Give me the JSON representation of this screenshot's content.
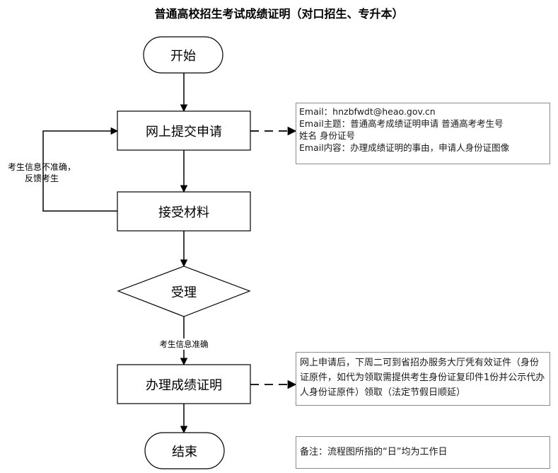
{
  "title": "普通高校招生考试成绩证明（对口招生、专升本）",
  "nodes": {
    "start": "开始",
    "submit": "网上提交申请",
    "receive": "接受材料",
    "accept": "受理",
    "issue": "办理成绩证明",
    "end": "结束"
  },
  "notes": {
    "email": {
      "line1": "Email：hnzbfwdt@heao.gov.cn",
      "line2": "Email主题：普通高考成绩证明申请  普通高考考生号",
      "line3": "姓名  身份证号",
      "line4": "Email内容：办理成绩证明的事由，申请人身份证图像"
    },
    "pickup": "网上申请后，下周二可到省招办服务大厅凭有效证件（身份证原件，如代为领取需提供考生身份证复印件1份并公示代办人身份证原件）领取（法定节假日顺延）",
    "remark": "备注：流程图所指的“日”均为工作日"
  },
  "edge_labels": {
    "feedback_line1": "考生信息不准确，",
    "feedback_line2": "反馈考生",
    "valid": "考生信息准确"
  }
}
